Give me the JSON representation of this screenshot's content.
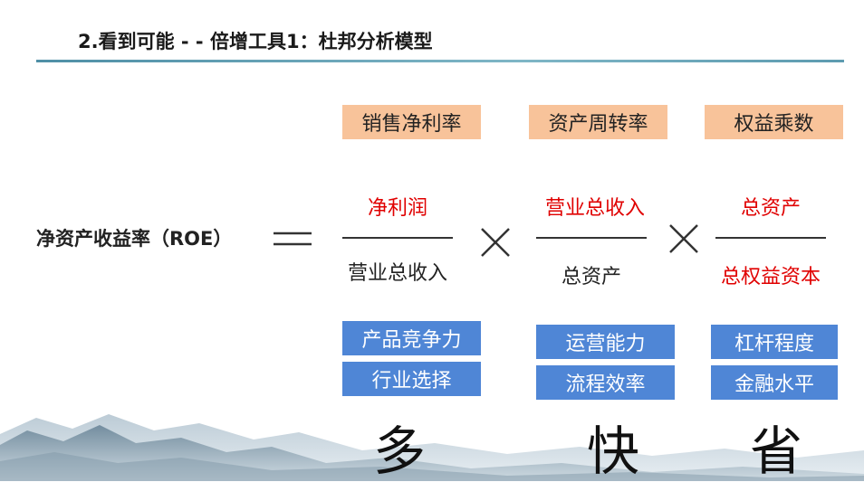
{
  "title": "2.看到可能 - - 倍增工具1：杜邦分析模型",
  "roe_label": "净资产收益率（ROE）",
  "equals_symbol": "=",
  "times_symbol": "×",
  "factors": [
    {
      "header": "销售净利率",
      "numerator": "净利润",
      "denominator": "营业总收入",
      "drivers": [
        "产品竞争力",
        "行业选择"
      ],
      "keyword": "多"
    },
    {
      "header": "资产周转率",
      "numerator": "营业总收入",
      "denominator": "总资产",
      "drivers": [
        "运营能力",
        "流程效率"
      ],
      "keyword": "快"
    },
    {
      "header": "权益乘数",
      "numerator": "总资产",
      "denominator": "总权益资本",
      "drivers": [
        "杠杆程度",
        "金融水平"
      ],
      "keyword": "省"
    }
  ],
  "colors": {
    "header_box": "#f8c39a",
    "driver_box": "#4f86d6",
    "numerator_text": "#e00000",
    "title_rule": "#5d9bb0"
  }
}
